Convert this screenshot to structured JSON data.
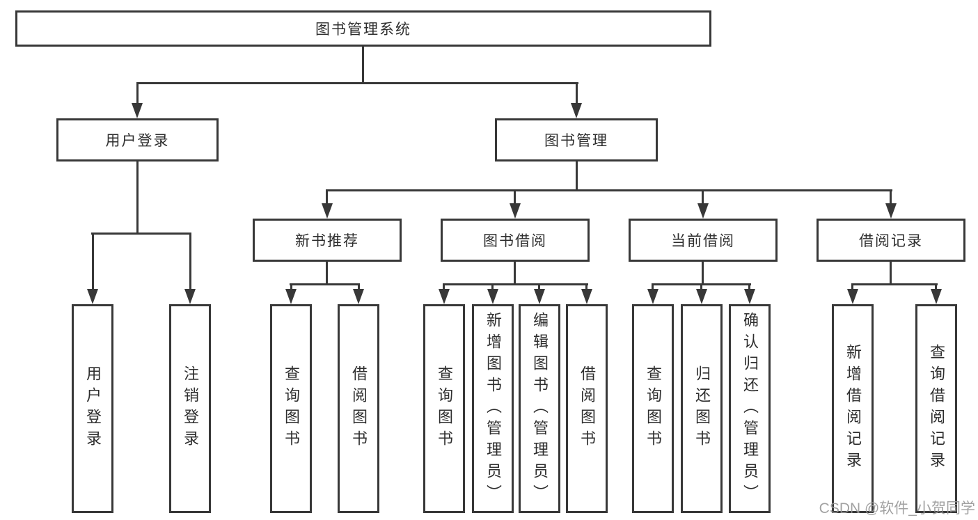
{
  "diagram": {
    "root": {
      "label": "图书管理系统"
    },
    "level2": [
      {
        "label": "用户登录"
      },
      {
        "label": "图书管理"
      }
    ],
    "level3": [
      {
        "label": "新书推荐"
      },
      {
        "label": "图书借阅"
      },
      {
        "label": "当前借阅"
      },
      {
        "label": "借阅记录"
      }
    ],
    "leaves": {
      "user_login": [
        "用户登录",
        "注销登录"
      ],
      "new_book": [
        "查询图书",
        "借阅图书"
      ],
      "book_borrow": [
        "查询图书",
        "新增图书（管理员）",
        "编辑图书（管理员）",
        "借阅图书"
      ],
      "current_borrow": [
        "查询图书",
        "归还图书",
        "确认归还（管理员）"
      ],
      "borrow_record": [
        "新增借阅记录",
        "查询借阅记录"
      ]
    }
  },
  "watermark": "CSDN @软件_小贺同学",
  "colors": {
    "line": "#383838",
    "text": "#2e2e2e",
    "watermark": "#989898",
    "background": "#ffffff"
  }
}
